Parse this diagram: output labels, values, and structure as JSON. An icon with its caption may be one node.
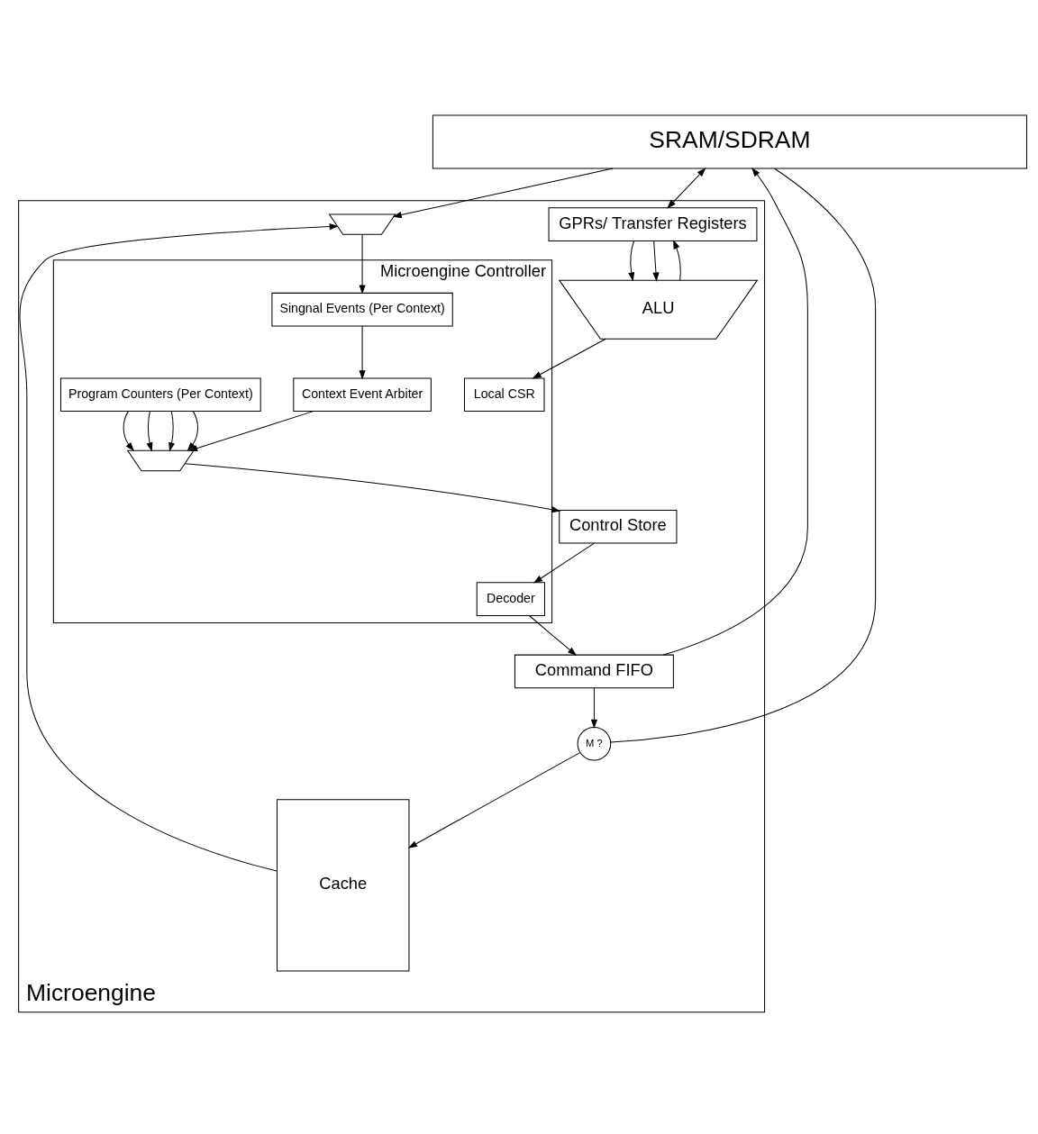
{
  "diagram": {
    "nodes": [
      {
        "text": [
          "SRAM/SDRAM"
        ]
      },
      {
        "text": [
          "Microengine"
        ]
      },
      {
        "text": [],
        "shape": "trapezium",
        "in": 1
      },
      {
        "text": [
          "Command FIFO"
        ],
        "in": 1
      },
      {
        "text": [
          "M ?"
        ],
        "in": 1
      },
      {
        "text": [
          "Cache"
        ],
        "in": 1
      },
      {
        "text": [
          "Microengine Controller"
        ],
        "in": 1
      },
      {
        "text": [
          "Local CSR"
        ],
        "in": 6
      },
      {
        "text": [
          "Singnal Events (Per Context)"
        ],
        "in": 6
      },
      {
        "text": [
          "Context Event Arbiter"
        ],
        "in": 6
      },
      {
        "text": [
          "Program Counters (Per Context)"
        ],
        "in": 6
      },
      {
        "text": [],
        "shape": "trapezium",
        "in": 6
      },
      {
        "text": [
          "Decoder"
        ],
        "in": 6
      },
      {
        "text": [
          "Control Store"
        ],
        "in": 1
      },
      {
        "text": [
          "GPRs/ Transfer Registers"
        ],
        "in": 1
      },
      {
        "text": [
          "ALU"
        ],
        "in": 1
      }
    ],
    "edges": [
      {
        "from": 0,
        "to": 2,
        "arrow": "to"
      },
      {
        "from": 5,
        "to": 2,
        "arrow": "to"
      },
      {
        "from": 2,
        "to": 8,
        "arrow": "to"
      },
      {
        "from": 3,
        "to": 0,
        "arrow": "to"
      },
      {
        "from": 3,
        "to": 4,
        "arrow": "to"
      },
      {
        "from": 0,
        "to": 14,
        "arrow": "both"
      },
      {
        "from": 0,
        "to": 4,
        "arrow": "none"
      },
      {
        "from": 4,
        "to": 5,
        "arrow": "to"
      },
      {
        "from": 12,
        "to": 3,
        "arrow": "to"
      },
      {
        "from": 8,
        "to": 9,
        "arrow": "to"
      },
      {
        "from": 9,
        "to": 11,
        "arrow": "to"
      },
      {
        "from": 10,
        "to": 11,
        "arrow": "to"
      },
      {
        "from": 10,
        "to": 11,
        "arrow": "to"
      },
      {
        "from": 10,
        "to": 11,
        "arrow": "to"
      },
      {
        "from": 10,
        "to": 11,
        "arrow": "to"
      },
      {
        "from": 11,
        "to": 13,
        "arrow": "to"
      },
      {
        "from": 13,
        "to": 12,
        "arrow": "to"
      },
      {
        "from": 14,
        "to": 15,
        "arrow": "to"
      },
      {
        "from": 14,
        "to": 15,
        "arrow": "to"
      },
      {
        "from": 15,
        "to": 7,
        "arrow": "to"
      },
      {
        "from": 15,
        "to": 14,
        "arrow": "to"
      }
    ]
  }
}
